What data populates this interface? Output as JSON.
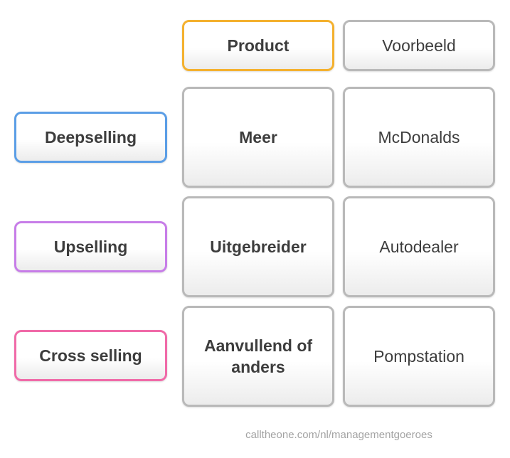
{
  "header": {
    "product_label": "Product",
    "example_label": "Voorbeeld",
    "accent_color": "#f4b12f"
  },
  "rows": [
    {
      "category": "Deepselling",
      "product": "Meer",
      "example": "McDonalds",
      "color": "#5b9ee6"
    },
    {
      "category": "Upselling",
      "product": "Uitgebreider",
      "example": "Autodealer",
      "color": "#c77de8"
    },
    {
      "category": "Cross selling",
      "product": "Aanvullend of anders",
      "example": "Pompstation",
      "color": "#f06aa8"
    }
  ],
  "footer": {
    "credit": "calltheone.com/nl/managementgoeroes"
  }
}
